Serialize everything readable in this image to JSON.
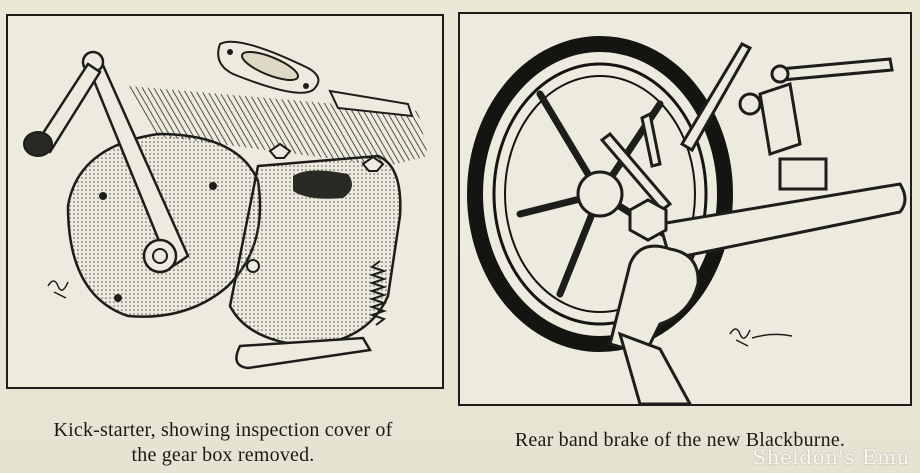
{
  "captions": {
    "left_line1": "Kick-starter, showing inspection cover of",
    "left_line2": "the gear box removed.",
    "right": "Rear band brake of the new Blackburne."
  },
  "watermark": "Sheldon's Emu",
  "colors": {
    "paper": "#e9e6d5",
    "ink": "#1a1a16"
  }
}
